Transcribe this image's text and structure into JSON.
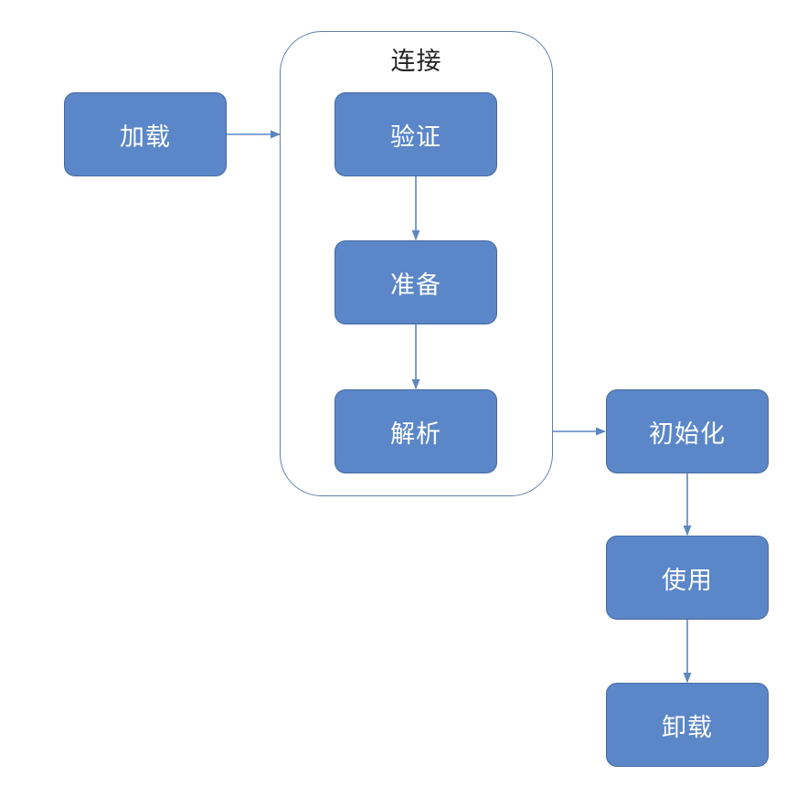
{
  "diagram": {
    "group": {
      "label": "连接"
    },
    "nodes": {
      "load": "加载",
      "verify": "验证",
      "prepare": "准备",
      "resolve": "解析",
      "initialize": "初始化",
      "use": "使用",
      "unload": "卸载"
    },
    "colors": {
      "node_fill": "#5b87c9",
      "node_border": "#45699e",
      "connector": "#5b86c2",
      "group_border": "#5f7ea8"
    }
  }
}
